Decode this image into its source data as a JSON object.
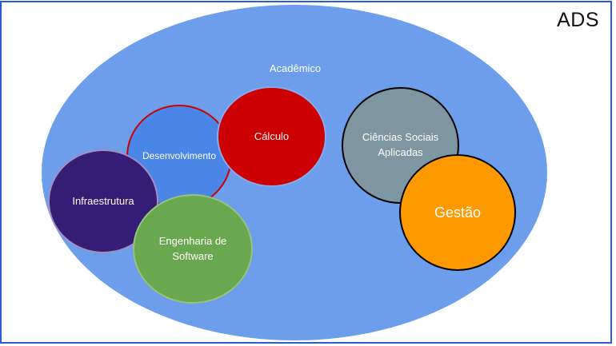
{
  "title": "ADS",
  "colors": {
    "frame_border": "#2b5cd7",
    "canvas_bg": "#ffffff",
    "title_color": "#111111"
  },
  "diagram": {
    "outer": {
      "label": "Acadêmico",
      "fill": "#6d9eeb",
      "text_color": "#ffffff"
    },
    "circles": [
      {
        "id": "desenvolvimento",
        "label": "Desenvolvimento",
        "fill": "#4a86e8",
        "stroke": "#cc0000"
      },
      {
        "id": "calculo",
        "label": "Cálculo",
        "fill": "#cc0000",
        "stroke": "#8aa8ef"
      },
      {
        "id": "infraestrutura",
        "label": "Infraestrutura",
        "fill": "#351c75",
        "stroke": "#a08fc5"
      },
      {
        "id": "engenharia-de-software",
        "label": "Engenharia de Software",
        "fill": "#6aa84f",
        "stroke": "#99c180"
      },
      {
        "id": "ciencias-sociais-aplicadas",
        "label": "Ciências Sociais Aplicadas",
        "fill": "#7e96a1",
        "stroke": "#000000"
      },
      {
        "id": "gestao",
        "label": "Gestão",
        "fill": "#ff9900",
        "stroke": "#000000"
      }
    ]
  }
}
